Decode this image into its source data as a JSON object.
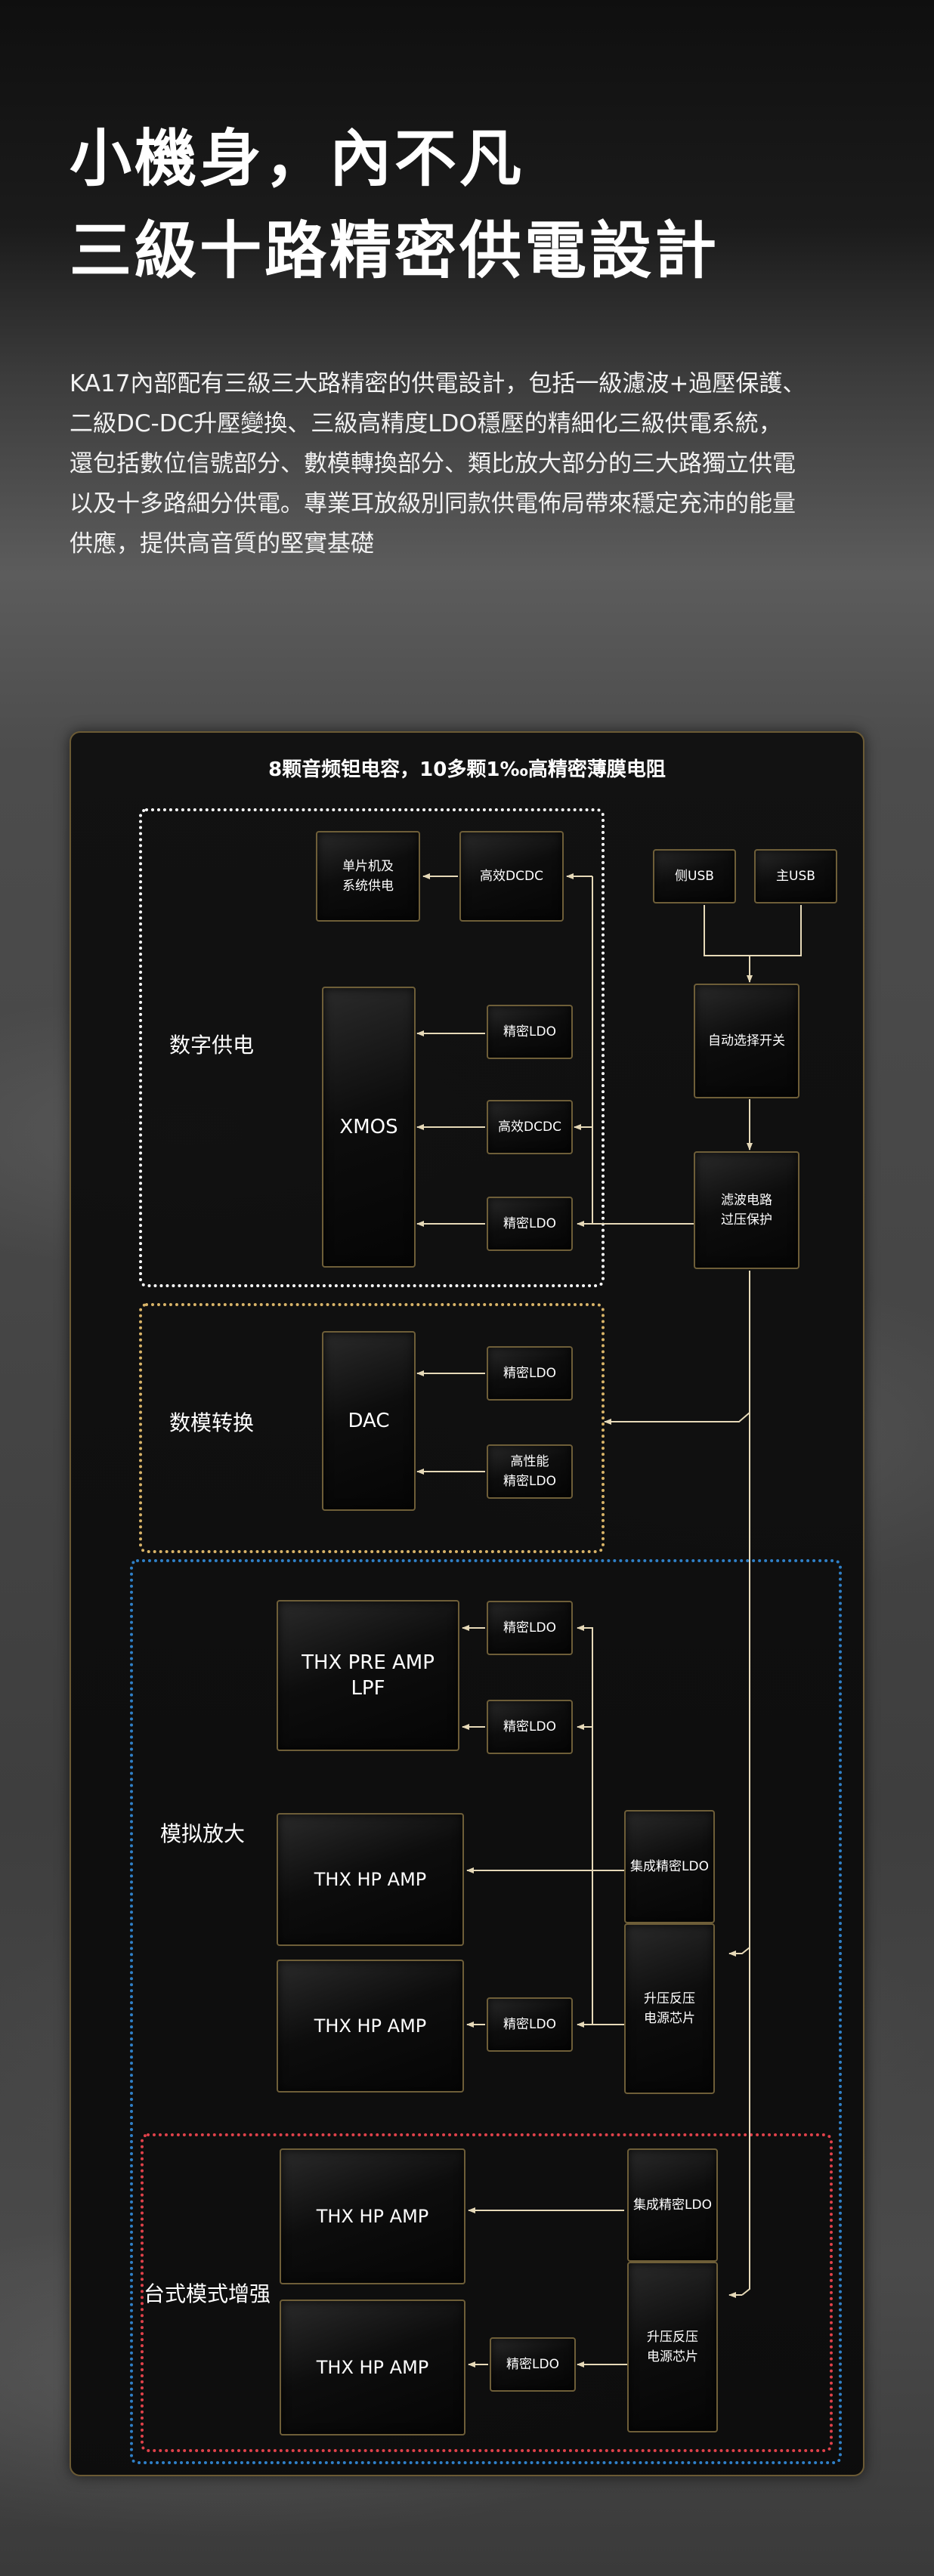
{
  "headline": {
    "line1": "小機身，內不凡",
    "line2": "三級十路精密供電設計"
  },
  "intro": {
    "lines": [
      "KA17內部配有三級三大路精密的供電設計，包括一級濾波+過壓保護、",
      "二級DC-DC升壓變換、三級高精度LDO穩壓的精細化三級供電系統，",
      "還包括數位信號部分、數模轉換部分、類比放大部分的三大路獨立供電",
      "以及十多路細分供電。專業耳放級別同款供電佈局帶來穩定充沛的能量",
      "供應，提供高音質的堅實基礎"
    ]
  },
  "diagram": {
    "title": "8颗音频钽电容，10多颗1‰高精密薄膜电阻",
    "groups": {
      "digital": "数字供电",
      "dac": "数模转换",
      "analog": "模拟放大",
      "desktop": "台式模式增强"
    },
    "boxes": {
      "mcu": "单片机及\n系统供电",
      "dcdc_top": "高效DCDC",
      "side_usb": "侧USB",
      "main_usb": "主USB",
      "auto_switch": "自动选择开关",
      "ldo_xmos1": "精密LDO",
      "xmos": "XMOS",
      "dcdc_xmos": "高效DCDC",
      "filter": "滤波电路\n过压保护",
      "ldo_xmos2": "精密LDO",
      "ldo_dac1": "精密LDO",
      "dac": "DAC",
      "ldo_dac2": "高性能\n精密LDO",
      "ldo_pre1": "精密LDO",
      "thx_pre": "THX PRE AMP\nLPF",
      "ldo_pre2": "精密LDO",
      "thx_hp1": "THX HP AMP",
      "int_ldo1": "集成精密LDO",
      "boost1": "升压反压\n电源芯片",
      "thx_hp2": "THX HP AMP",
      "ldo_hp2": "精密LDO",
      "thx_hp3": "THX HP AMP",
      "int_ldo2": "集成精密LDO",
      "boost2": "升压反压\n电源芯片",
      "thx_hp4": "THX HP AMP",
      "ldo_hp4": "精密LDO"
    }
  },
  "colors": {
    "accent_gold": "#d9b468",
    "line": "#e6d9b8",
    "digital_border": "#ffffff",
    "dac_border": "#d9b468",
    "analog_border": "#2f80c8",
    "desktop_border": "#e0414a"
  }
}
